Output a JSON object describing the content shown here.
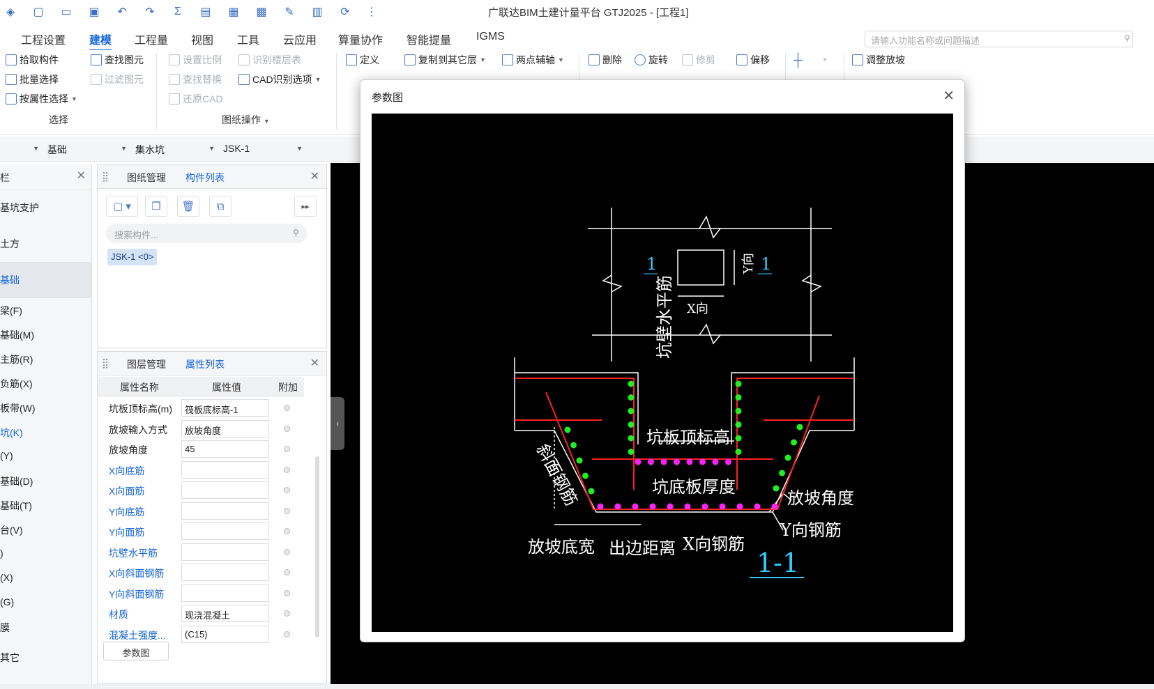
{
  "app": {
    "title": "广联达BIM土建计量平台 GTJ2025 - [工程1]",
    "search_placeholder": "请输入功能名称或问题描述"
  },
  "quick_access_icons": [
    "app-logo-icon",
    "new-file-icon",
    "open-folder-icon",
    "save-icon",
    "undo-icon",
    "redo-icon",
    "sum-icon",
    "report-icon",
    "table-icon",
    "grid-table-icon",
    "pen-icon",
    "ruler-icon",
    "sync-icon",
    "more-icon"
  ],
  "menu": [
    "工程设置",
    "建模",
    "工程量",
    "视图",
    "工具",
    "云应用",
    "算量协作",
    "智能提量",
    "IGMS"
  ],
  "menu_active": "建模",
  "ribbon": {
    "select_group": {
      "label": "选择",
      "items": [
        {
          "label": "拾取构件",
          "enabled": true
        },
        {
          "label": "批量选择",
          "enabled": true
        },
        {
          "label": "按属性选择",
          "enabled": true
        }
      ]
    },
    "drawing_group": {
      "label": "图纸操作",
      "items": [
        {
          "label": "查找图元",
          "enabled": true
        },
        {
          "label": "过滤图元",
          "enabled": false
        },
        {
          "label": "设置比例",
          "enabled": false
        },
        {
          "label": "查找替换",
          "enabled": false
        },
        {
          "label": "还原CAD",
          "enabled": false
        },
        {
          "label": "识别楼层表",
          "enabled": false
        },
        {
          "label": "CAD识别选项",
          "enabled": true
        }
      ]
    },
    "general_items": [
      {
        "label": "定义",
        "enabled": true
      },
      {
        "label": "复制到其它层",
        "enabled": true
      },
      {
        "label": "两点辅轴",
        "enabled": true
      },
      {
        "label": "删除",
        "enabled": true
      },
      {
        "label": "旋转",
        "enabled": true
      },
      {
        "label": "修剪",
        "enabled": false
      },
      {
        "label": "偏移",
        "enabled": true
      },
      {
        "label": "调整放坡",
        "enabled": true
      }
    ]
  },
  "selectors": [
    "基础",
    "集水坑",
    "JSK-1"
  ],
  "left_nav": {
    "header": "栏",
    "items": [
      {
        "label": "基坑支护",
        "type": "cat",
        "active": false
      },
      {
        "label": "土方",
        "type": "cat",
        "active": false
      },
      {
        "label": "基础",
        "type": "cat",
        "active": true
      },
      {
        "label": "梁(F)",
        "type": "sub",
        "active": false
      },
      {
        "label": "基础(M)",
        "type": "sub",
        "active": false
      },
      {
        "label": "主筋(R)",
        "type": "sub",
        "active": false
      },
      {
        "label": "负筋(X)",
        "type": "sub",
        "active": false
      },
      {
        "label": "板带(W)",
        "type": "sub",
        "active": false
      },
      {
        "label": "坑(K)",
        "type": "sub",
        "active": true
      },
      {
        "label": "(Y)",
        "type": "sub",
        "active": false
      },
      {
        "label": "基础(D)",
        "type": "sub",
        "active": false
      },
      {
        "label": "基础(T)",
        "type": "sub",
        "active": false
      },
      {
        "label": "台(V)",
        "type": "sub",
        "active": false
      },
      {
        "label": ")",
        "type": "sub",
        "active": false
      },
      {
        "label": "(X)",
        "type": "sub",
        "active": false
      },
      {
        "label": "(G)",
        "type": "sub",
        "active": false
      },
      {
        "label": "膜",
        "type": "sub",
        "active": false
      },
      {
        "label": "其它",
        "type": "cat",
        "active": false
      }
    ]
  },
  "component_panel": {
    "tabs": [
      "图纸管理",
      "构件列表"
    ],
    "active_tab": "构件列表",
    "search_placeholder": "搜索构件...",
    "items": [
      "JSK-1 <0>"
    ]
  },
  "property_panel": {
    "tabs": [
      "图层管理",
      "属性列表"
    ],
    "active_tab": "属性列表",
    "headers": [
      "属性名称",
      "属性值",
      "附加"
    ],
    "rows": [
      {
        "name": "坑板顶标高(m)",
        "value": "筏板底标高-1",
        "blue": false
      },
      {
        "name": "放坡输入方式",
        "value": "放坡角度",
        "blue": false
      },
      {
        "name": "放坡角度",
        "value": "45",
        "blue": false
      },
      {
        "name": "X向底筋",
        "value": "",
        "blue": true
      },
      {
        "name": "X向面筋",
        "value": "",
        "blue": true
      },
      {
        "name": "Y向底筋",
        "value": "",
        "blue": true
      },
      {
        "name": "Y向面筋",
        "value": "",
        "blue": true
      },
      {
        "name": "坑壁水平筋",
        "value": "",
        "blue": true
      },
      {
        "name": "X向斜面钢筋",
        "value": "",
        "blue": true
      },
      {
        "name": "Y向斜面钢筋",
        "value": "",
        "blue": true
      },
      {
        "name": "材质",
        "value": "现浇混凝土",
        "blue": true
      },
      {
        "name": "混凝土强度...",
        "value": "(C15)",
        "blue": true
      }
    ],
    "param_button": "参数图"
  },
  "dialog": {
    "title": "参数图",
    "drawing_labels": {
      "plan_marker": "1",
      "y_dir": "Y向",
      "x_dir": "X向",
      "wall_rebar": "坑壁水平筋",
      "top_elev": "坑板顶标高",
      "slope_rebar": "斜面钢筋",
      "bottom_thickness": "坑底板厚度",
      "slope_angle": "放坡角度",
      "y_rebar": "Y向钢筋",
      "slope_width": "放坡底宽",
      "edge_dist": "出边距离",
      "x_rebar": "X向钢筋",
      "section": "1-1"
    },
    "colors": {
      "rebar_line": "#ff2020",
      "dot_green": "#22ee22",
      "dot_magenta": "#ff22ff",
      "marker": "#33ccff",
      "line": "#ffffff"
    }
  }
}
